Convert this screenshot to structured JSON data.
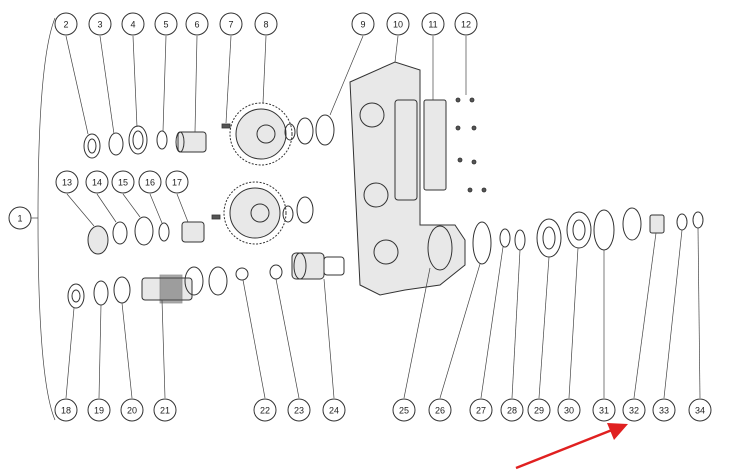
{
  "diagram": {
    "callouts": [
      {
        "id": "1",
        "label": "1"
      },
      {
        "id": "2",
        "label": "2"
      },
      {
        "id": "3",
        "label": "3"
      },
      {
        "id": "4",
        "label": "4"
      },
      {
        "id": "5",
        "label": "5"
      },
      {
        "id": "6",
        "label": "6"
      },
      {
        "id": "7",
        "label": "7"
      },
      {
        "id": "8",
        "label": "8"
      },
      {
        "id": "9",
        "label": "9"
      },
      {
        "id": "10",
        "label": "10"
      },
      {
        "id": "11",
        "label": "11"
      },
      {
        "id": "12",
        "label": "12"
      },
      {
        "id": "13",
        "label": "13"
      },
      {
        "id": "14",
        "label": "14"
      },
      {
        "id": "15",
        "label": "15"
      },
      {
        "id": "16",
        "label": "16"
      },
      {
        "id": "17",
        "label": "17"
      },
      {
        "id": "18",
        "label": "18"
      },
      {
        "id": "19",
        "label": "19"
      },
      {
        "id": "20",
        "label": "20"
      },
      {
        "id": "21",
        "label": "21"
      },
      {
        "id": "22",
        "label": "22"
      },
      {
        "id": "23",
        "label": "23"
      },
      {
        "id": "24",
        "label": "24"
      },
      {
        "id": "25",
        "label": "25"
      },
      {
        "id": "26",
        "label": "26"
      },
      {
        "id": "27",
        "label": "27"
      },
      {
        "id": "28",
        "label": "28"
      },
      {
        "id": "29",
        "label": "29"
      },
      {
        "id": "30",
        "label": "30"
      },
      {
        "id": "31",
        "label": "31"
      },
      {
        "id": "32",
        "label": "32"
      },
      {
        "id": "33",
        "label": "33"
      },
      {
        "id": "34",
        "label": "34"
      }
    ],
    "highlight_arrow": {
      "color": "#e02020",
      "points_to": "32"
    },
    "line_color": "#333333",
    "background": "#ffffff"
  }
}
